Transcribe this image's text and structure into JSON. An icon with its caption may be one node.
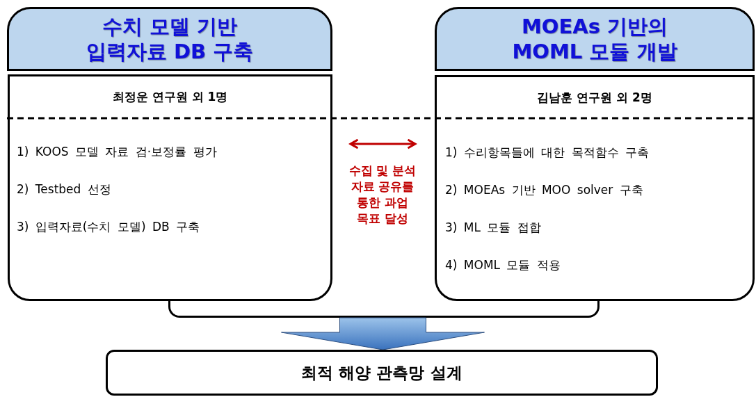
{
  "diagram": {
    "nodes": [
      {
        "text": [
          "수치 모델 기반 입력자료 DB 구축"
        ]
      },
      {
        "text": [
          "최정운 연구원 외 1명",
          "1) KOOS 모델 자료 검·보정률 평가",
          "2) Testbed 선정",
          "3) 입력자료(수치 모델) DB 구축"
        ]
      },
      {
        "text": [
          "MOEAs 기반의 MOML 모듈 개발"
        ]
      },
      {
        "text": [
          "김남훈 연구원 외 2명",
          "1) 수리항목들에 대한 목적함수 구축",
          "2) MOEAs 기반 MOO solver 구축",
          "3) ML 모듈 접합",
          "4) MOML 모듈 적용"
        ]
      },
      {
        "text": [],
        "shape": "box"
      },
      {
        "text": [
          "최적 해양 관측망 설계"
        ]
      }
    ],
    "edges": [
      {
        "from": 1,
        "to": 3,
        "arrow": "both",
        "label": "수집 및 분석 자료 공유를 통한 과업 목표 달성",
        "color": "#c00000"
      },
      {
        "from": 4,
        "to": 5,
        "arrow": "to",
        "style": "thick"
      }
    ]
  }
}
